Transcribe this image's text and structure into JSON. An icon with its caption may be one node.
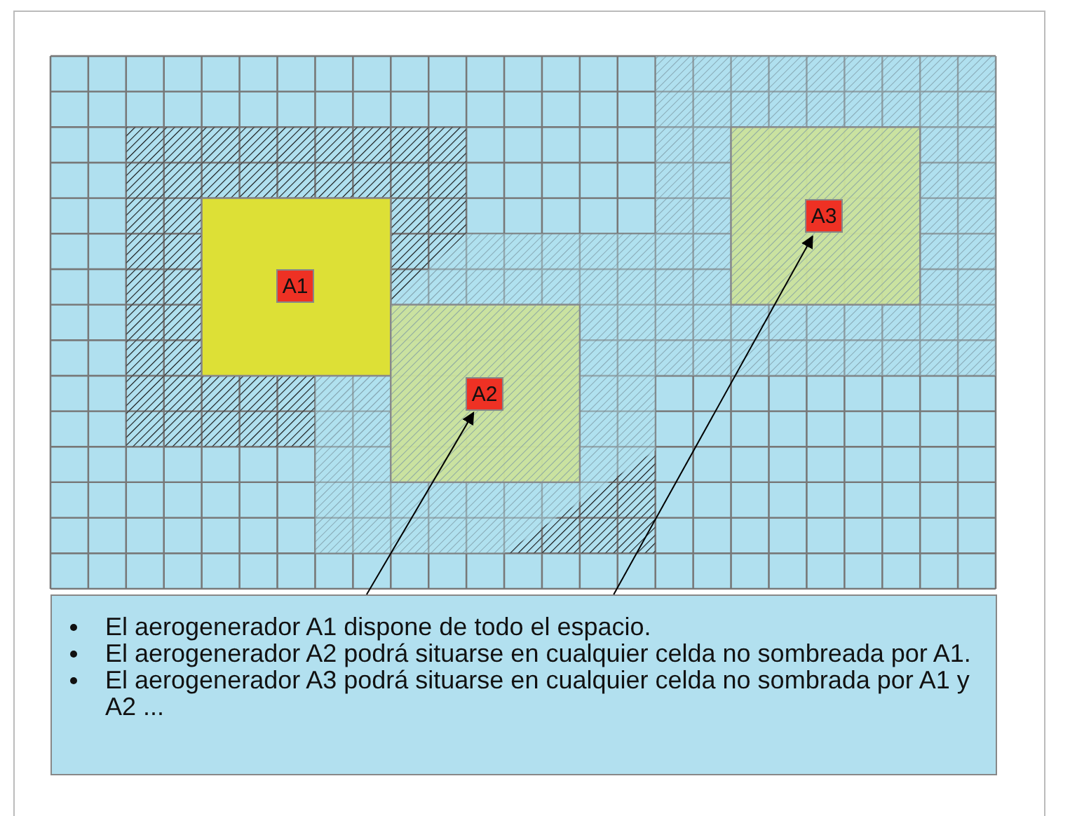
{
  "diagram": {
    "nodes": [
      {
        "text": [
          "A1"
        ]
      },
      {
        "text": [
          "A2"
        ]
      },
      {
        "text": [
          "A3"
        ]
      },
      {
        "text": [
          "El aerogenerador A1 dispone de todo el espacio.",
          "El aerogenerador A2 podrá situarse en cualquier celda no sombreada por A1.",
          "El aerogenerador A3 podrá situarse en cualquier celda no sombrada por A1 y A2 ..."
        ]
      }
    ],
    "edges": [
      {
        "from": 3,
        "to": 1,
        "arrow": "to"
      },
      {
        "from": 3,
        "to": 2,
        "arrow": "to"
      }
    ]
  }
}
